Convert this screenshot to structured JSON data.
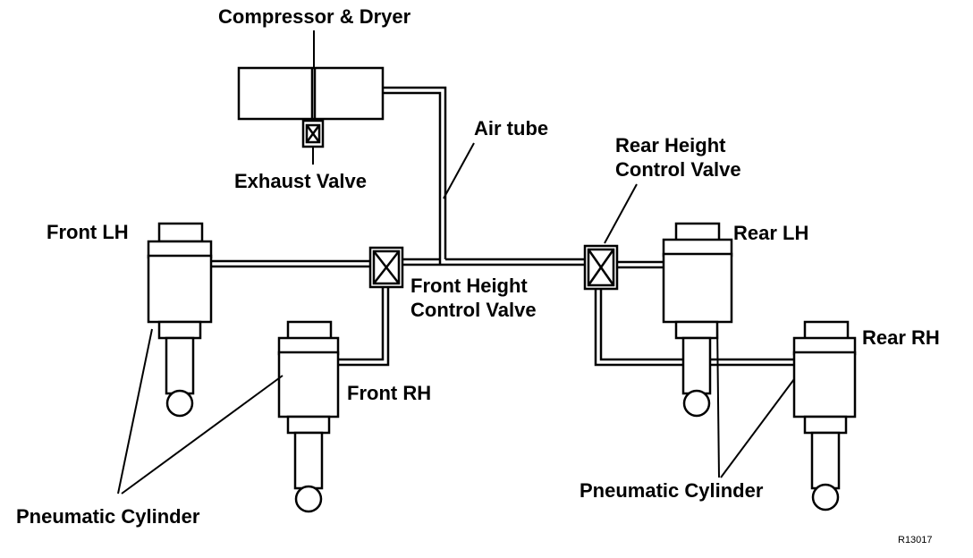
{
  "labels": {
    "compressor": "Compressor & Dryer",
    "air_tube": "Air tube",
    "exhaust_valve": "Exhaust Valve",
    "rear_height_valve_l1": "Rear Height",
    "rear_height_valve_l2": "Control Valve",
    "front_lh": "Front LH",
    "rear_lh": "Rear LH",
    "front_height_valve_l1": "Front Height",
    "front_height_valve_l2": "Control Valve",
    "front_rh": "Front RH",
    "rear_rh": "Rear RH",
    "pneumatic_cylinder_front": "Pneumatic Cylinder",
    "pneumatic_cylinder_rear": "Pneumatic Cylinder",
    "figure_code": "R13017"
  },
  "colors": {
    "line": "#000000",
    "background": "#ffffff"
  }
}
